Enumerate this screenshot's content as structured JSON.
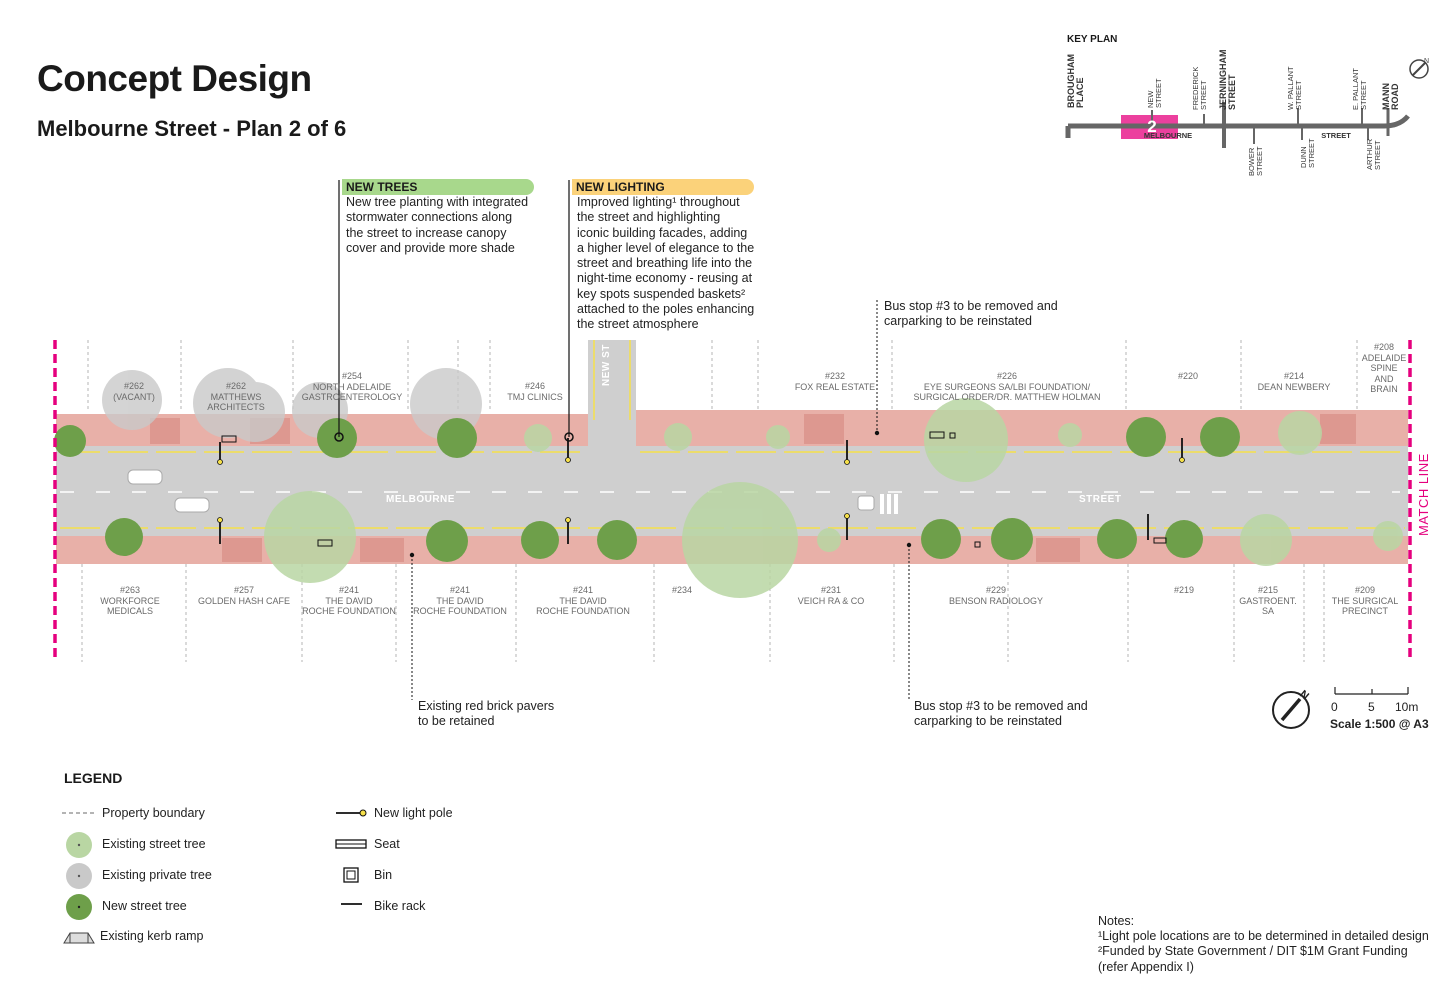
{
  "title": "Concept Design",
  "subtitle": "Melbourne Street - Plan 2 of 6",
  "key_plan": {
    "title": "KEY PLAN",
    "plan_number": "2",
    "streets_top": [
      "BROUGHAM PLACE",
      "NEW STREET",
      "FREDERICK STREET",
      "JERNINGHAM STREET",
      "W. PALLANT STREET",
      "E. PALLANT STREET",
      "MANN ROAD"
    ],
    "streets_bottom": [
      "BOWER STREET",
      "DUNN STREET",
      "ARTHUR STREET"
    ],
    "road_labels": [
      "MELBOURNE",
      "STREET"
    ]
  },
  "callouts": {
    "new_trees": {
      "heading": "NEW TREES",
      "text": [
        "New tree planting with integrated",
        "stormwater connections along",
        "the street to increase canopy",
        "cover and provide more shade"
      ],
      "color": "#a8d88c"
    },
    "new_lighting": {
      "heading": "NEW LIGHTING",
      "text": [
        "Improved lighting¹ throughout",
        "the street and highlighting",
        "iconic building facades, adding",
        "a higher level of elegance to the",
        "street and breathing life into the",
        "night-time economy - reusing at",
        "key spots suspended baskets²",
        "attached to the poles enhancing",
        "the street atmosphere"
      ],
      "color": "#fbd27a"
    },
    "bus_stop_north": [
      "Bus stop #3 to be removed and",
      "carparking to be reinstated"
    ],
    "bus_stop_south": [
      "Bus stop #3 to be removed and",
      "carparking to be reinstated"
    ],
    "pavers": [
      "Existing red brick pavers",
      "to be retained"
    ]
  },
  "plan": {
    "street_name_left": "MELBOURNE",
    "street_name_right": "STREET",
    "side_street": "NEW ST",
    "match_line": "MATCH LINE",
    "north_properties": [
      {
        "num": "#262",
        "name": "(VACANT)"
      },
      {
        "num": "#262",
        "name": "MATTHEWS ARCHITECTS"
      },
      {
        "num": "#254",
        "name": "NORTH ADELAIDE",
        "name2": "GASTROENTEROLOGY"
      },
      {
        "num": "#246",
        "name": "TMJ CLINICS"
      },
      {
        "num": "#232",
        "name": "FOX REAL ESTATE"
      },
      {
        "num": "#226",
        "name": "EYE SURGEONS SA/LBI FOUNDATION/",
        "name2": "SURGICAL ORDER/DR. MATTHEW HOLMAN"
      },
      {
        "num": "#220",
        "name": ""
      },
      {
        "num": "#214",
        "name": "DEAN NEWBERY"
      },
      {
        "num": "#208",
        "name": "ADELAIDE",
        "name2": "SPINE",
        "name3": "AND",
        "name4": "BRAIN"
      }
    ],
    "south_properties": [
      {
        "num": "#263",
        "name": "WORKFORCE",
        "name2": "MEDICALS"
      },
      {
        "num": "#257",
        "name": "GOLDEN HASH CAFE"
      },
      {
        "num": "#241",
        "name": "THE DAVID",
        "name2": "ROCHE FOUNDATION"
      },
      {
        "num": "#241",
        "name": "THE DAVID",
        "name2": "ROCHE FOUNDATION"
      },
      {
        "num": "#241",
        "name": "THE DAVID",
        "name2": "ROCHE FOUNDATION"
      },
      {
        "num": "#234",
        "name": ""
      },
      {
        "num": "#231",
        "name": "VEICH RA & CO"
      },
      {
        "num": "#229",
        "name": "BENSON RADIOLOGY"
      },
      {
        "num": "#219",
        "name": ""
      },
      {
        "num": "#215",
        "name": "GASTROENT.",
        "name2": "SA"
      },
      {
        "num": "#209",
        "name": "THE SURGICAL",
        "name2": "PRECINCT"
      }
    ]
  },
  "scale": {
    "ticks": [
      "0",
      "5",
      "10m"
    ],
    "text": "Scale 1:500 @ A3"
  },
  "legend": {
    "title": "LEGEND",
    "items": [
      {
        "icon": "property-boundary",
        "label": "Property boundary"
      },
      {
        "icon": "existing-street-tree",
        "label": "Existing street tree"
      },
      {
        "icon": "existing-private-tree",
        "label": "Existing private tree"
      },
      {
        "icon": "new-street-tree",
        "label": "New street tree"
      },
      {
        "icon": "kerb-ramp",
        "label": "Existing kerb ramp"
      },
      {
        "icon": "light-pole",
        "label": "New light pole"
      },
      {
        "icon": "seat",
        "label": "Seat"
      },
      {
        "icon": "bin",
        "label": "Bin"
      },
      {
        "icon": "bike-rack",
        "label": "Bike rack"
      }
    ]
  },
  "notes": {
    "title": "Notes:",
    "lines": [
      "¹Light pole locations are to be determined in detailed design",
      "²Funded by State Government / DIT $1M Grant Funding",
      "(refer Appendix I)"
    ]
  },
  "colors": {
    "footpath": "#e8b0a8",
    "road": "#cfcfcf",
    "match_line": "#e5007e",
    "new_tree": "#6e9f4a",
    "existing_tree": "#b9d6a3",
    "private_tree": "#c9c9c9",
    "lighting_yellow": "#f6e04a"
  }
}
